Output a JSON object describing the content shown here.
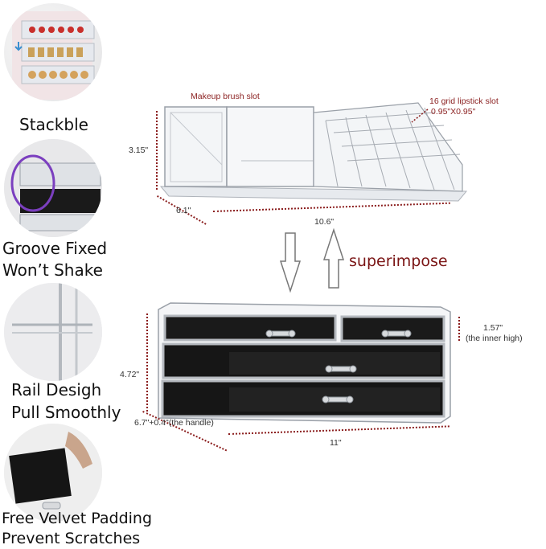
{
  "features": [
    {
      "label": "Stackble",
      "icon": "stacked-trays-photo"
    },
    {
      "label_line1": "Groove Fixed",
      "label_line2": "Won’t Shake",
      "icon": "groove-closeup-photo"
    },
    {
      "label_line1": "Rail Desigh",
      "label_line2": "Pull Smoothly",
      "icon": "rail-closeup-photo"
    },
    {
      "label_line1": "Free Velvet Padding",
      "label_line2": "Prevent Scratches",
      "icon": "velvet-drawer-photo"
    }
  ],
  "top_organizer": {
    "brush_slot_label": "Makeup brush slot",
    "lipstick_slot_label": "16 grid lipstick slot",
    "lipstick_slot_size": "0.95\"X0.95\"",
    "height": "3.15\"",
    "depth": "6.1\"",
    "width": "10.6\""
  },
  "stack_text": "superimpose",
  "bottom_organizer": {
    "inner_height": "1.57\"",
    "inner_height_note": "(the inner high)",
    "height": "4.72\"",
    "depth": "6.7\"+0.4\"(the handle)",
    "width": "11\""
  },
  "colors": {
    "accent": "#8b1e1e",
    "acrylic": "#b8bcc2",
    "velvet": "#111111"
  }
}
